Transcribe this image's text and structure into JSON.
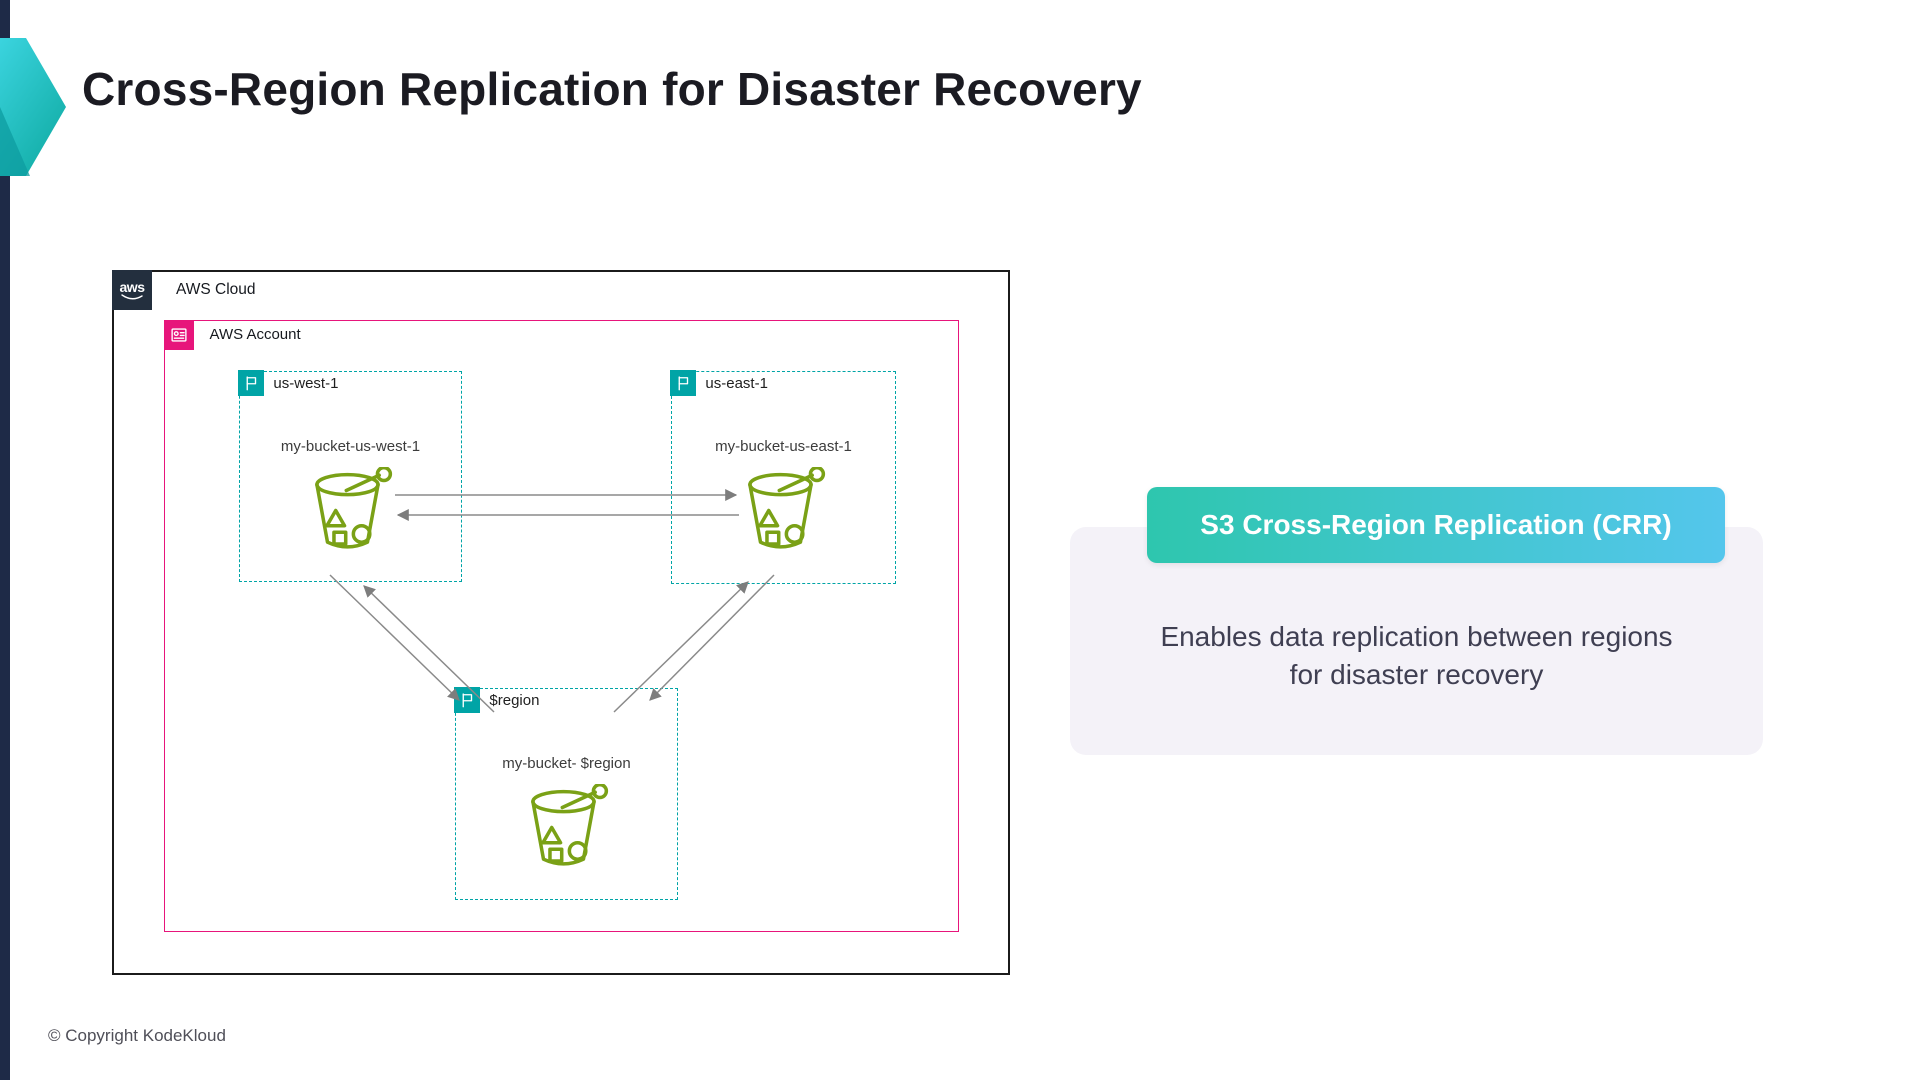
{
  "page": {
    "title": "Cross-Region Replication for Disaster Recovery",
    "footer": "© Copyright KodeKloud"
  },
  "diagram": {
    "aws_logo": "aws",
    "cloud_label": "AWS Cloud",
    "account_label": "AWS Account",
    "regions": [
      {
        "label": "us-west-1",
        "bucket": "my-bucket-us-west-1"
      },
      {
        "label": "us-east-1",
        "bucket": "my-bucket-us-east-1"
      },
      {
        "label": "$region",
        "bucket": "my-bucket- $region"
      }
    ]
  },
  "callout": {
    "heading": "S3 Cross-Region Replication (CRR)",
    "body_line1": "Enables data replication between regions",
    "body_line2": "for disaster recovery"
  },
  "colors": {
    "navy": "#232F3E",
    "pink": "#E7157B",
    "region-teal": "#00A4A6",
    "bucket-green": "#7AA116",
    "arrow-gray": "#8A8A8A",
    "title-color": "#1B1B22",
    "card-bg": "#F4F2F8",
    "pill-grad-start": "#2EC6AE",
    "pill-grad-end": "#54C6EC",
    "body-text": "#3F3F52",
    "chevron-light": "#3BD4DF",
    "chevron-dark": "#12ADA6",
    "edge-bar": "#1E2A47"
  }
}
